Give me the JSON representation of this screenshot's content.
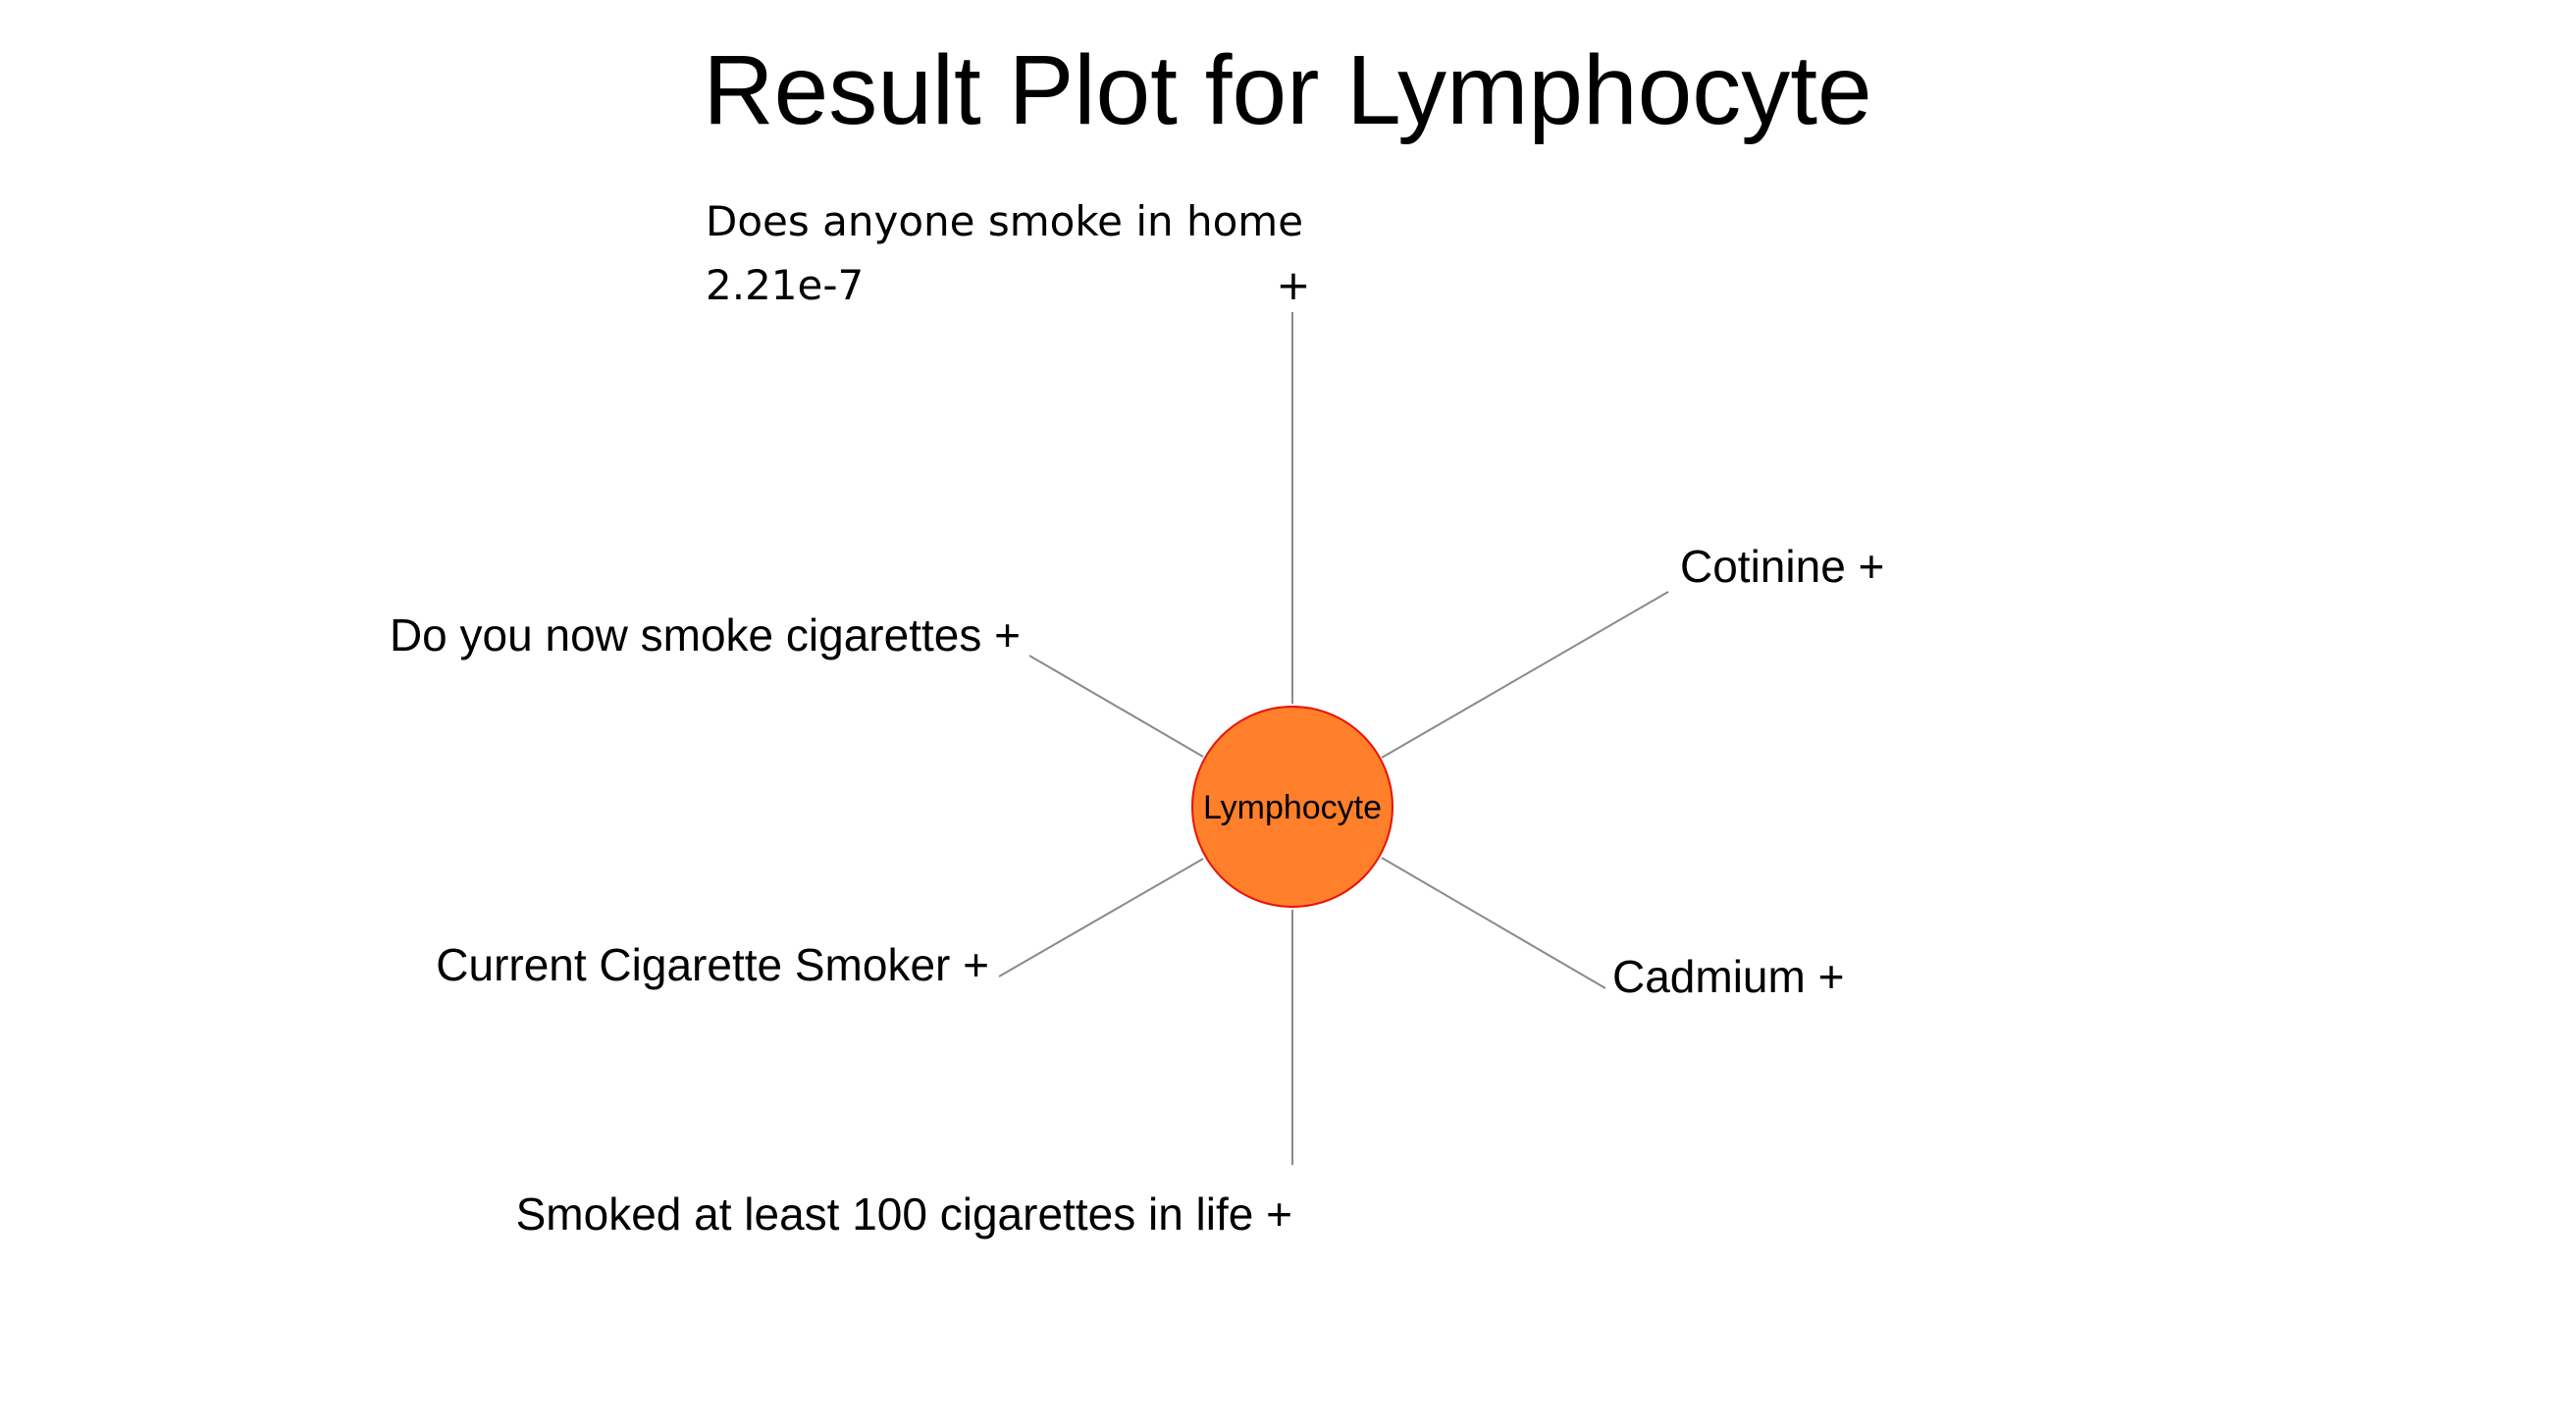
{
  "title": "Result Plot for Lymphocyte",
  "center": {
    "label": "Lymphocyte",
    "fill_color": "#FF7F2A",
    "stroke_color": "#E8140A"
  },
  "spoke_color": "#8a8a8a",
  "top_spoke": {
    "label": "Does anyone smoke in home",
    "value": "2.21e-7",
    "sign": "+"
  },
  "spokes": [
    {
      "id": "cotinine",
      "label": "Cotinine +"
    },
    {
      "id": "cadmium",
      "label": "Cadmium +"
    },
    {
      "id": "smoked-100",
      "label": "Smoked at least 100 cigarettes in life +"
    },
    {
      "id": "current-smoker",
      "label": "Current Cigarette Smoker +"
    },
    {
      "id": "now-smoke",
      "label": "Do you now smoke cigarettes +"
    }
  ]
}
